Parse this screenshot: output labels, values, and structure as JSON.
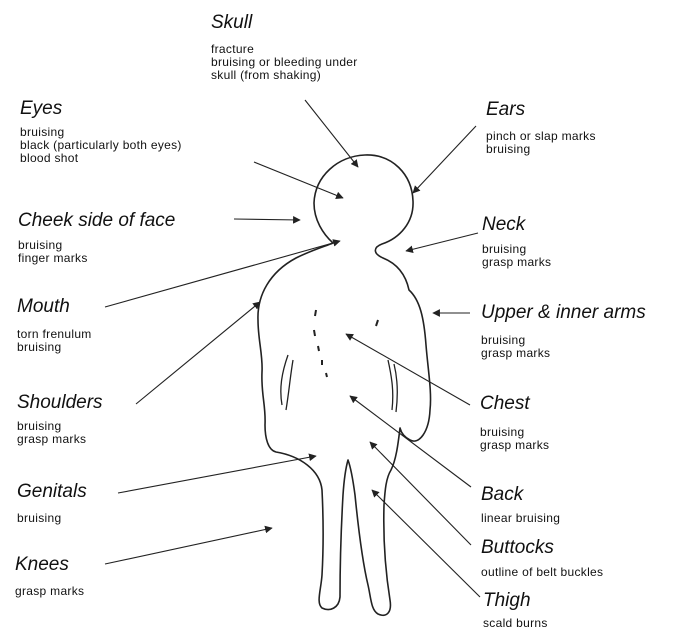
{
  "labels": [
    {
      "id": "skull",
      "heading": "Skull",
      "lines": [
        "fracture",
        "bruising or bleeding under",
        "skull (from shaking)"
      ]
    },
    {
      "id": "eyes",
      "heading": "Eyes",
      "lines": [
        "bruising",
        "black (particularly both eyes)",
        "blood shot"
      ]
    },
    {
      "id": "ears",
      "heading": "Ears",
      "lines": [
        "pinch or slap marks",
        "bruising"
      ]
    },
    {
      "id": "cheek",
      "heading": "Cheek side of face",
      "lines": [
        "bruising",
        "finger marks"
      ]
    },
    {
      "id": "neck",
      "heading": "Neck",
      "lines": [
        "bruising",
        "grasp marks"
      ]
    },
    {
      "id": "mouth",
      "heading": "Mouth",
      "lines": [
        "torn frenulum",
        "bruising"
      ]
    },
    {
      "id": "upper-arms",
      "heading": "Upper & inner arms",
      "lines": [
        "bruising",
        "grasp marks"
      ]
    },
    {
      "id": "shoulders",
      "heading": "Shoulders",
      "lines": [
        "bruising",
        "grasp marks"
      ]
    },
    {
      "id": "chest",
      "heading": "Chest",
      "lines": [
        "bruising",
        "grasp marks"
      ]
    },
    {
      "id": "genitals",
      "heading": "Genitals",
      "lines": [
        "bruising"
      ]
    },
    {
      "id": "back",
      "heading": "Back",
      "lines": [
        "linear bruising"
      ]
    },
    {
      "id": "buttocks",
      "heading": "Buttocks",
      "lines": [
        "outline of belt buckles"
      ]
    },
    {
      "id": "knees",
      "heading": "Knees",
      "lines": [
        "grasp marks"
      ]
    },
    {
      "id": "thigh",
      "heading": "Thigh",
      "lines": [
        "scald burns"
      ]
    }
  ]
}
